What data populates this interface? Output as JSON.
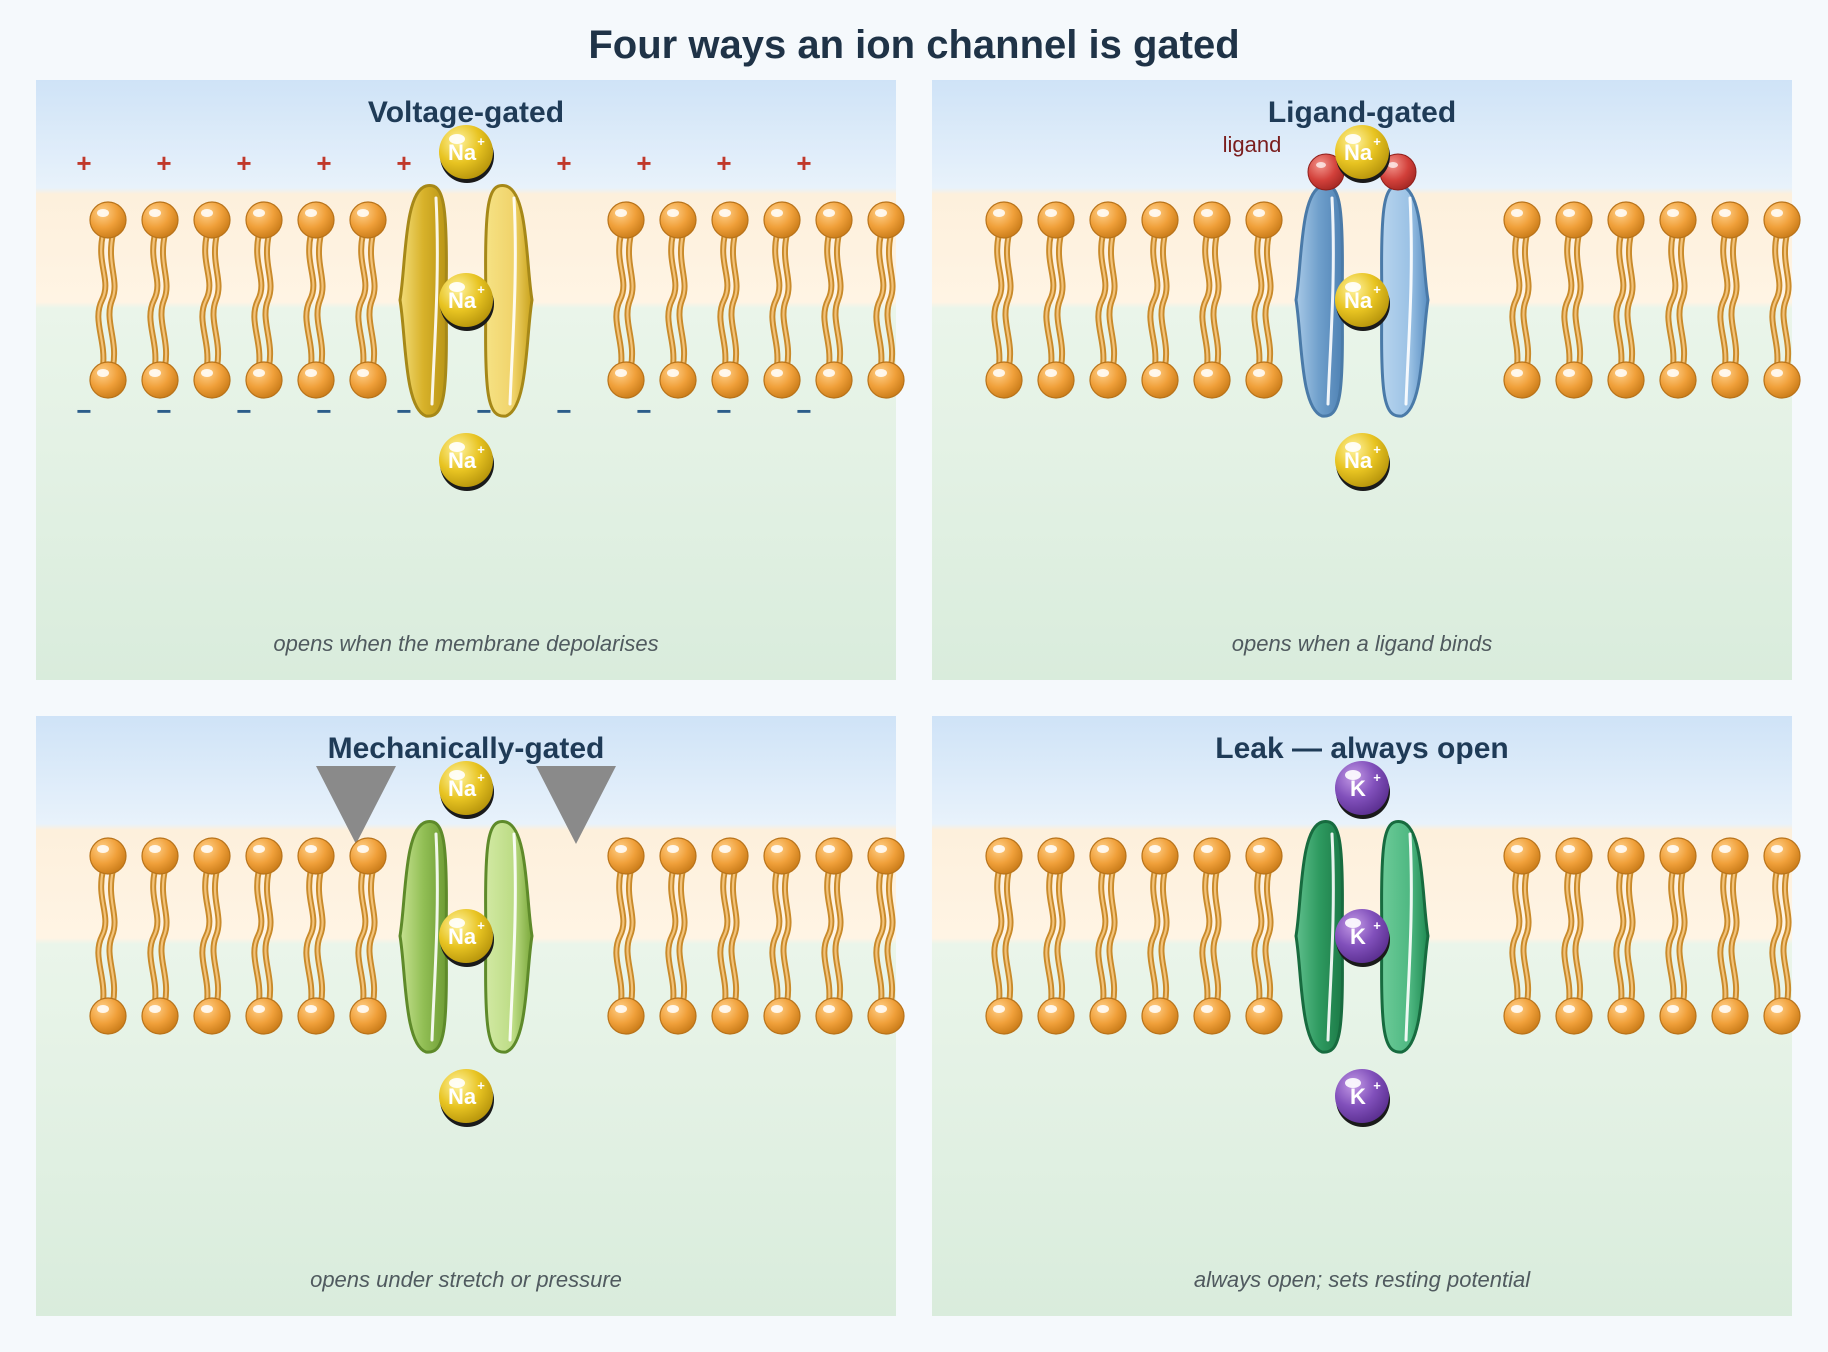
{
  "title": "Four ways an ion channel is gated",
  "colors": {
    "page_bg": "#f5f9fc",
    "lipid_head": "#e8962a",
    "lipid_tail": "#d79b3c",
    "na_ion": "#e6c21f",
    "k_ion": "#7b44b3",
    "ligand": "#c9302c",
    "pressure": "#888888"
  },
  "panels": [
    {
      "id": "voltage",
      "title": "Voltage-gated",
      "caption": "opens when the membrane depolarises",
      "channel_colors": {
        "dark": "#c9a21a",
        "light": "#f0d76a",
        "stroke": "#a68818"
      },
      "ion": {
        "symbol": "Na",
        "charge": "+",
        "color": "na"
      },
      "extras": {
        "plus_sign": "+",
        "minus_sign": "−"
      }
    },
    {
      "id": "ligand",
      "title": "Ligand-gated",
      "caption": "opens when a ligand binds",
      "channel_colors": {
        "dark": "#5a8fc2",
        "light": "#a9cbe8",
        "stroke": "#4a7aa8"
      },
      "ion": {
        "symbol": "Na",
        "charge": "+",
        "color": "na"
      },
      "extras": {
        "ligand_label": "ligand"
      }
    },
    {
      "id": "mechanical",
      "title": "Mechanically-gated",
      "caption": "opens under stretch or pressure",
      "channel_colors": {
        "dark": "#7aa83a",
        "light": "#c3df8c",
        "stroke": "#5e8a2a"
      },
      "ion": {
        "symbol": "Na",
        "charge": "+",
        "color": "na"
      },
      "extras": {}
    },
    {
      "id": "leak",
      "title": "Leak — always open",
      "caption": "always open; sets resting potential",
      "channel_colors": {
        "dark": "#1f8a52",
        "light": "#5fc28f",
        "stroke": "#176b3f"
      },
      "ion": {
        "symbol": "K",
        "charge": "+",
        "color": "k"
      },
      "extras": {}
    }
  ]
}
